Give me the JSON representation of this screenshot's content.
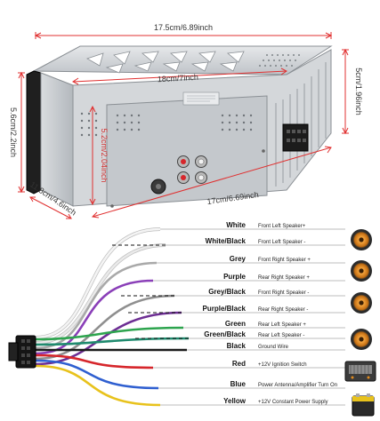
{
  "dimensions": {
    "top_width": "17.5cm/6.89inch",
    "inner_width": "18cm/7inch",
    "left_height": "5.6cm/2.2inch",
    "right_height": "5cm/1.96inch",
    "depth_left": "11.8cm/4.6inch",
    "inner_height": "5.2cm/2.04inch",
    "bottom_depth": "17cm/6.69inch"
  },
  "wires": [
    {
      "name": "White",
      "function": "Front Left Speaker+",
      "color": "#f4f4f4"
    },
    {
      "name": "White/Black",
      "function": "Front Left Speaker -",
      "color": "#eaeaea"
    },
    {
      "name": "Grey",
      "function": "Front Right Speaker +",
      "color": "#a9a9a9"
    },
    {
      "name": "Purple",
      "function": "Rear Right Speaker +",
      "color": "#8a3fb8"
    },
    {
      "name": "Grey/Black",
      "function": "Front Right Speaker -",
      "color": "#8f8f8f"
    },
    {
      "name": "Purple/Black",
      "function": "Rear Right Speaker -",
      "color": "#6d2e93"
    },
    {
      "name": "Green",
      "function": "Rear Left Speaker +",
      "color": "#2da44e"
    },
    {
      "name": "Green/Black",
      "function": "Rear Left Speaker -",
      "color": "#1f8a6e"
    },
    {
      "name": "Black",
      "function": "Ground Wire",
      "color": "#1a1a1a"
    },
    {
      "name": "Red",
      "function": "+12V Ignition Switch",
      "color": "#d6262b"
    },
    {
      "name": "Blue",
      "function": "Power Antenna/Amplifier Turn On",
      "color": "#2f5fd0"
    },
    {
      "name": "Yellow",
      "function": "+12V Constant Power Supply",
      "color": "#e8c21c"
    }
  ],
  "colors": {
    "dimension_line": "#e03030",
    "chassis": "#cfd2d6",
    "chassis_dark": "#9aa0a6",
    "speaker_outer": "#3a3a3a",
    "speaker_cone": "#e08a1e"
  }
}
